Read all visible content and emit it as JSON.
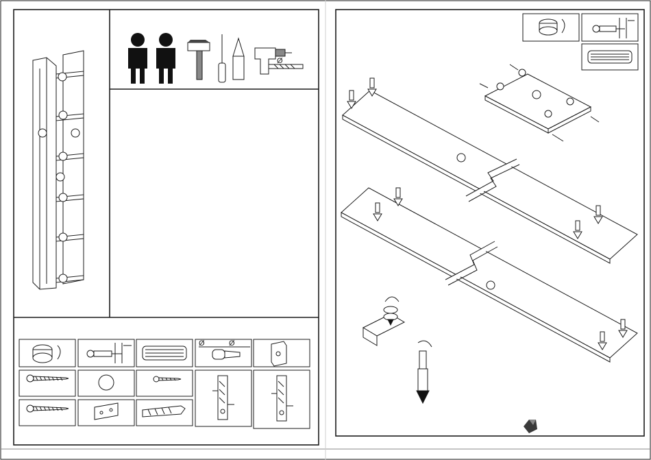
{
  "left_page": {
    "people_count": 2,
    "tools": [
      "hammer-icon",
      "screwdriver-icon",
      "pencil-icon",
      "drill-icon",
      "drill-bit-icon"
    ],
    "diameter_symbol": "Ø"
  },
  "parts_panel": {
    "diameter_symbol": "Ø"
  },
  "right_page": {},
  "colors": {
    "line": "#1a1a1a",
    "background": "#ffffff",
    "brand_logo": "#3a3a3a"
  }
}
